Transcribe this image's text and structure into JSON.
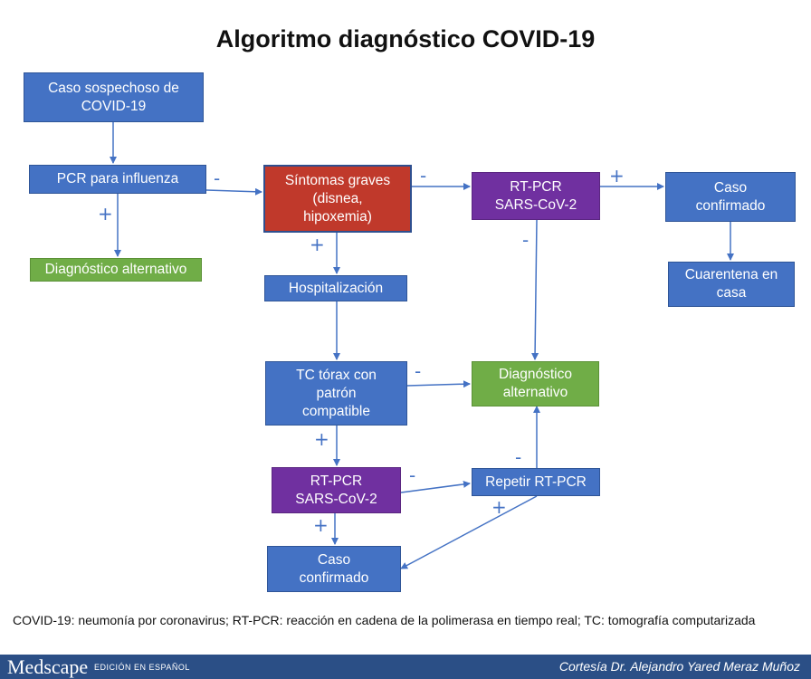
{
  "title": "Algoritmo diagnóstico COVID-19",
  "nodes": {
    "caso_sospechoso": "Caso sospechoso de\nCOVID-19",
    "pcr_influenza": "PCR para influenza",
    "diag_alt_1": "Diagnóstico alternativo",
    "sintomas_graves": "Síntomas graves\n(disnea,\nhipoxemia)",
    "hospitalizacion": "Hospitalización",
    "rtpcr_1": "RT-PCR\nSARS-CoV-2",
    "caso_confirmado_1": "Caso\nconfirmado",
    "cuarentena": "Cuarentena en\ncasa",
    "tc_torax": "TC tórax con\npatrón\ncompatible",
    "diag_alt_2": "Diagnóstico\nalternativo",
    "rtpcr_2": "RT-PCR\nSARS-CoV-2",
    "repetir_rtpcr": "Repetir RT-PCR",
    "caso_confirmado_2": "Caso\nconfirmado"
  },
  "signs": {
    "plus": "+",
    "minus": "-"
  },
  "footnote": "COVID-19: neumonía por coronavirus; RT-PCR: reacción en cadena de la polimerasa en tiempo real; TC: tomografía computarizada",
  "footer": {
    "brand": "Medscape",
    "edition": "EDICIÓN EN ESPAÑOL",
    "credit": "Cortesía Dr. Alejandro Yared Meraz Muñoz"
  },
  "colors": {
    "blue": "#4472c4",
    "green": "#70ad47",
    "purple": "#7030a0",
    "red": "#c0392b",
    "footer": "#2b4f86"
  }
}
